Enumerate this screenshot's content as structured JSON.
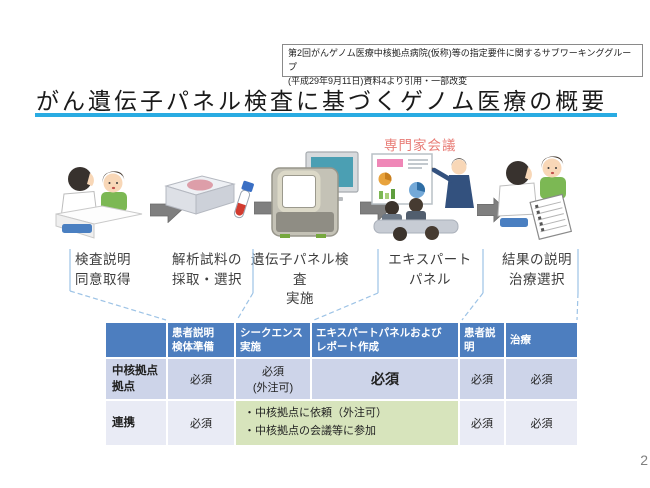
{
  "colors": {
    "title_underline": "#29abe2",
    "table_header_bg": "#4d7ebf",
    "table_row1_bg": "#cdd4e9",
    "table_row2_bg": "#e9ebf5",
    "table_green_bg": "#d7e4bc",
    "expert_label_red": "#e87c76",
    "callout_blue": "#9dc3e6",
    "arrow_grey": "#7f7f7f"
  },
  "source_note": {
    "line1": "第2回がんゲノム医療中核拠点病院(仮称)等の指定要件に関するサブワーキンググループ",
    "line2": "(平成29年9月11日)資料4より引用・一部改変"
  },
  "title": "がん遺伝子パネル検査に基づくゲノム医療の概要",
  "expert_meeting_label": "専門家会議",
  "illustrations": [
    {
      "name": "doctor-patient-consultation"
    },
    {
      "name": "specimen-box-and-blood-tube"
    },
    {
      "name": "gene-sequencer-machine"
    },
    {
      "name": "expert-panel-meeting"
    },
    {
      "name": "results-explanation-to-patient"
    }
  ],
  "steps": [
    {
      "line1": "検査説明",
      "line2": "同意取得"
    },
    {
      "line1": "解析試料の",
      "line2": "採取・選択"
    },
    {
      "line1": "遺伝子パネル検査",
      "line2": "実施"
    },
    {
      "line1": "エキスパート",
      "line2": "パネル"
    },
    {
      "line1": "結果の説明",
      "line2": "治療選択"
    }
  ],
  "table": {
    "col_headers": [
      {
        "l1": "患者説明",
        "l2": "検体準備"
      },
      {
        "l1": "シークエンス",
        "l2": "実施"
      },
      {
        "l1": "エキスパートパネルおよび",
        "l2": "レポート作成"
      },
      {
        "l1": "患者説",
        "l2": "明"
      },
      {
        "l1": "治療",
        "l2": ""
      }
    ],
    "row1": {
      "label_l1": "中核拠点",
      "label_l2": "拠点",
      "c1": "必須",
      "c2_l1": "必須",
      "c2_l2": "(外注可)",
      "c3": "必須",
      "c4": "必須",
      "c5": "必須"
    },
    "row2": {
      "label": "連携",
      "c1": "必須",
      "merged_l1": "・中核拠点に依頼（外注可）",
      "merged_l2": "・中核拠点の会議等に参加",
      "c4": "必須",
      "c5": "必須"
    }
  },
  "page_number": "2"
}
